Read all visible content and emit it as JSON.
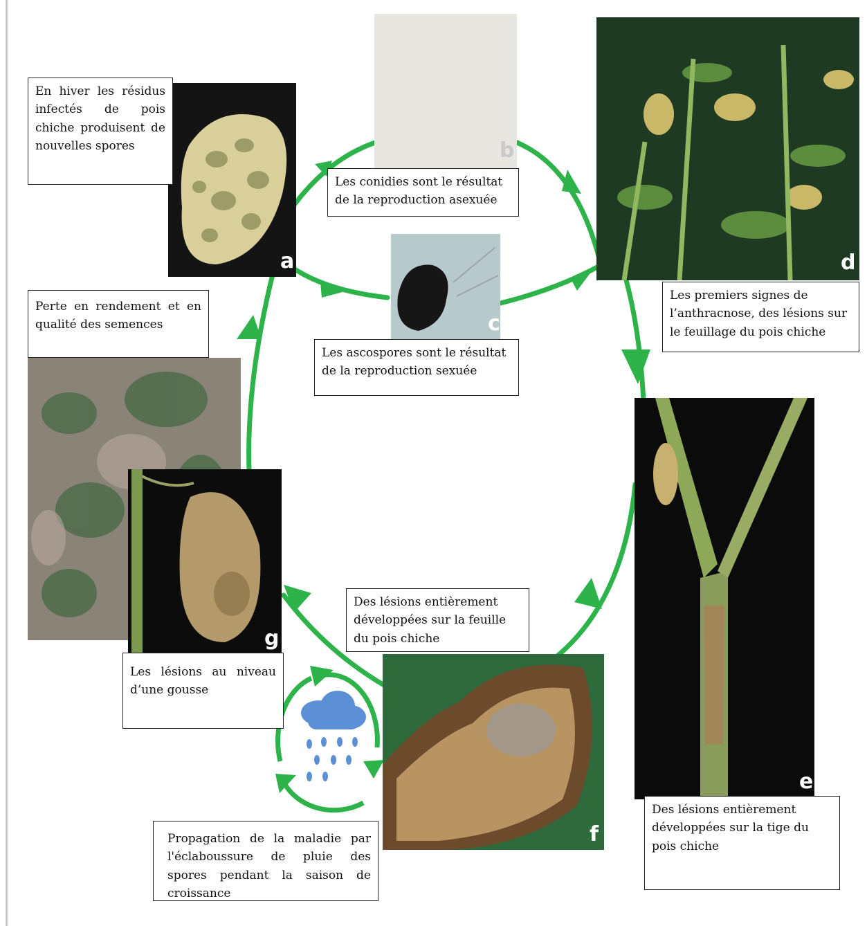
{
  "captions": {
    "a": "En hiver les résidus infectés de pois chiche produisent de nouvelles spores",
    "b": "Les conidies sont le résultat de la reproduction asexuée",
    "c": "Les ascospores sont le résultat de la reproduction sexuée",
    "d": "Les premiers signes de l’anthracnose, des lésions sur le feuillage du pois chiche",
    "e": "Des lésions entièrement développées sur la tige du pois chiche",
    "f": "Des lésions entièrement développées sur la feuille du pois chiche",
    "g": "Les lésions au niveau d’une gousse",
    "h": "Perte en rendement et en qualité des semences",
    "rain": "Propagation de la maladie par l'éclaboussure de pluie des spores pendant la saison de croissance"
  },
  "photo_labels": {
    "a": "a",
    "b": "b",
    "c": "c",
    "d": "d",
    "e": "e",
    "f": "f",
    "g": "g"
  },
  "colors": {
    "cycle_arrow": "#2db34a",
    "rain_cloud": "#5b8fd6",
    "rain_drop": "#5b8fd6"
  },
  "icons": {
    "cycle": "cycle-arrows",
    "rain": "rain-cloud-icon"
  }
}
